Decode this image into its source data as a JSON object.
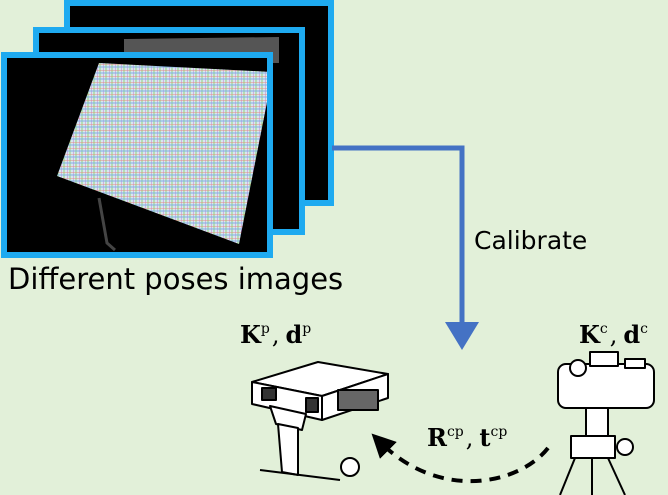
{
  "caption": "Different poses images",
  "arrow_label": "Calibrate",
  "projector_params": {
    "K": "K",
    "K_sup": "p",
    "sep": ",",
    "d": "d",
    "d_sup": "p"
  },
  "camera_params": {
    "K": "K",
    "K_sup": "c",
    "sep": ",",
    "d": "d",
    "d_sup": "c"
  },
  "extrinsics": {
    "R": "R",
    "R_sup": "cp",
    "sep": ",",
    "t": "t",
    "t_sup": "cp"
  },
  "colors": {
    "background": "#e2f0d9",
    "frame_border": "#1eaaf0",
    "arrow": "#4472c4"
  },
  "icons": [
    "calibration-photo",
    "projector-icon",
    "camera-icon",
    "calibrate-arrow",
    "extrinsic-dashed-arrow"
  ]
}
